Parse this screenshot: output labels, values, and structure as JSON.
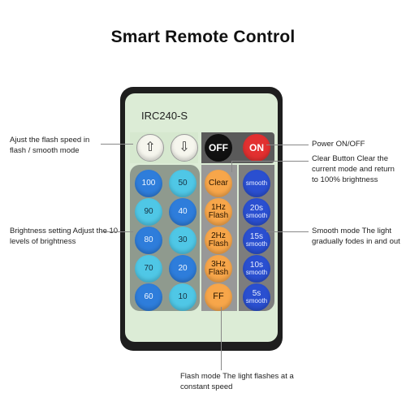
{
  "title": "Smart Remote Control",
  "remote": {
    "model": "IRC240-S",
    "arrows": [
      {
        "name": "up",
        "glyph": "⇧"
      },
      {
        "name": "down",
        "glyph": "⇩"
      }
    ],
    "off_label": "OFF",
    "on_label": "ON",
    "brightness": [
      "100",
      "50",
      "90",
      "40",
      "80",
      "30",
      "70",
      "20",
      "60",
      "10"
    ],
    "clear_label": "Clear",
    "flash": [
      {
        "line1": "1Hz",
        "line2": "Flash"
      },
      {
        "line1": "2Hz",
        "line2": "Flash"
      },
      {
        "line1": "3Hz",
        "line2": "Flash"
      }
    ],
    "ff_label": "FF",
    "smooth": [
      {
        "line1": "smooth",
        "line2": ""
      },
      {
        "line1": "20s",
        "line2": "smooth"
      },
      {
        "line1": "15s",
        "line2": "smooth"
      },
      {
        "line1": "10s",
        "line2": "smooth"
      },
      {
        "line1": "5s",
        "line2": "smooth"
      }
    ]
  },
  "callouts": {
    "flash_speed": "Ajust the flash speed in flash / smooth mode",
    "brightness": "Brightness setting Adjust the 10 levels of brightness",
    "power": "Power ON/OFF",
    "clear": "Clear Button Clear the current mode and return to 100% brightness",
    "smooth": "Smooth mode The light gradually fodes in and out",
    "flash_mode": "Flash mode The light flashes at a constant speed"
  }
}
